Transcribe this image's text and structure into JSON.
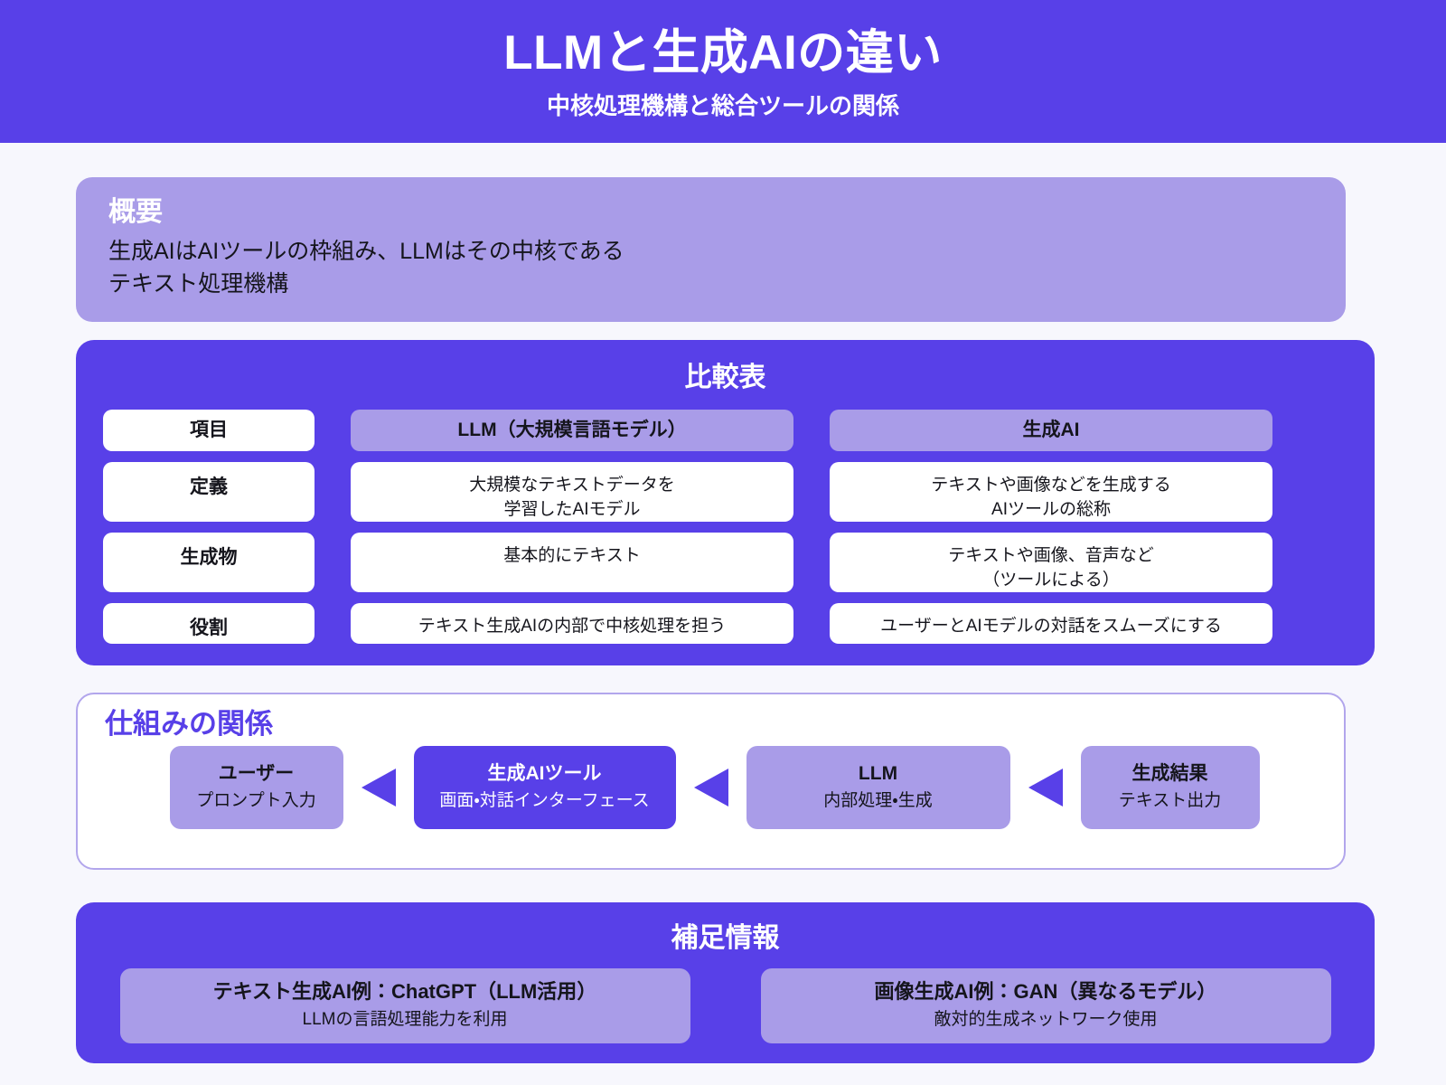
{
  "colors": {
    "primary": "#5840e8",
    "secondary": "#a99ce8",
    "page_background": "#f7f7fd",
    "card_white": "#ffffff",
    "text_dark": "#15151c",
    "border_light": "#b2a6ec"
  },
  "header": {
    "title": "LLMと生成AIの違い",
    "subtitle": "中核処理機構と総合ツールの関係"
  },
  "overview": {
    "title": "概要",
    "body": "生成AIはAIツールの枠組み、LLMはその中核である\nテキスト処理機構"
  },
  "comparison": {
    "title": "比較表",
    "columns": [
      "項目",
      "LLM（大規模言語モデル）",
      "生成AI"
    ],
    "rows": [
      {
        "label": "定義",
        "llm": "大規模なテキストデータを\n学習したAIモデル",
        "genai": "テキストや画像などを生成する\nAIツールの総称"
      },
      {
        "label": "生成物",
        "llm": "基本的にテキスト",
        "genai": "テキストや画像、音声など\n（ツールによる）"
      },
      {
        "label": "役割",
        "llm": "テキスト生成AIの内部で中核処理を担う",
        "genai": "ユーザーとAIモデルの対話をスムーズにする"
      }
    ]
  },
  "mechanism": {
    "title": "仕組みの関係",
    "steps": [
      {
        "title": "ユーザー",
        "subtitle": "プロンプト入力",
        "emphasis": "light"
      },
      {
        "title": "生成AIツール",
        "subtitle": "画面・対話インターフェース",
        "emphasis": "dark"
      },
      {
        "title": "LLM",
        "subtitle": "内部処理・生成",
        "emphasis": "light"
      },
      {
        "title": "生成結果",
        "subtitle": "テキスト出力",
        "emphasis": "light"
      }
    ],
    "arrow_direction": "left"
  },
  "supplement": {
    "title": "補足情報",
    "cards": [
      {
        "title": "テキスト生成AI例：ChatGPT（LLM活用）",
        "subtitle": "LLMの言語処理能力を利用"
      },
      {
        "title": "画像生成AI例：GAN（異なるモデル）",
        "subtitle": "敵対的生成ネットワーク使用"
      }
    ]
  }
}
